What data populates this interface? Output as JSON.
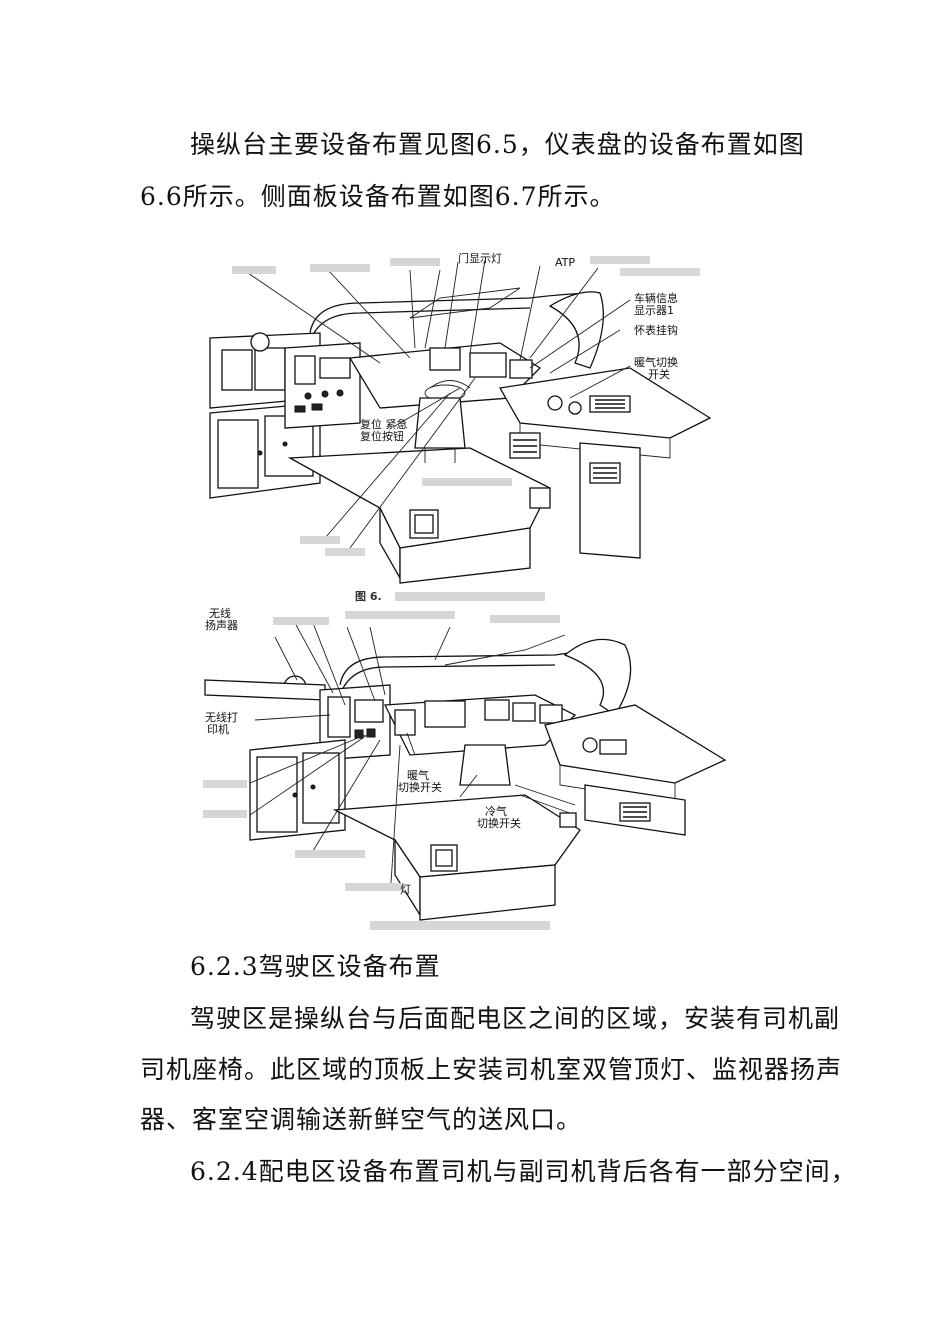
{
  "intro": {
    "line1": "操纵台主要设备布置见图6.5，仪表盘的设备布置如图",
    "line2": "6.6所示。侧面板设备布置如图6.7所示。"
  },
  "figure1": {
    "labels": {
      "door_light": "门显示灯",
      "atp": "ATP",
      "vehicle_info_1": "车辆信息",
      "vehicle_info_2": "显示器1",
      "watch_hanger": "怀表挂钩",
      "heating_1": "暖气切换",
      "heating_2": "开关",
      "reset_1": "复位 紧急",
      "reset_2": "复位按钮"
    },
    "caption": "图 6."
  },
  "figure2": {
    "labels": {
      "radio_speaker_1": "无线",
      "radio_speaker_2": "扬声器",
      "radio_printer_1": "无线打",
      "radio_printer_2": "印机",
      "heating_1": "暖气",
      "heating_2": "切换开关",
      "cooling_1": "冷气",
      "cooling_2": "切换开关",
      "light": "灯"
    }
  },
  "section_623": {
    "heading": "6.2.3驾驶区设备布置",
    "line1": "驾驶区是操纵台与后面配电区之间的区域，安装有司机副",
    "line2": "司机座椅。此区域的顶板上安装司机室双管顶灯、监视器扬声",
    "line3": "器、客室空调输送新鲜空气的送风口。"
  },
  "section_624": {
    "line1": "6.2.4配电区设备布置司机与副司机背后各有一部分空间，"
  }
}
